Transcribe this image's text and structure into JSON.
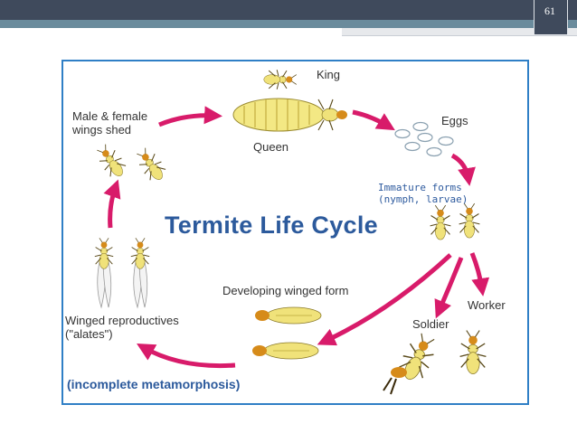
{
  "slide": {
    "number": "61"
  },
  "diagram": {
    "title": "Termite Life Cycle",
    "note": "(incomplete metamorphosis)",
    "labels": {
      "king": "King",
      "queen": "Queen",
      "eggs": "Eggs",
      "immature": "Immature forms\n(nymph, larvae)",
      "worker": "Worker",
      "soldier": "Soldier",
      "developing": "Developing winged form",
      "winged": "Winged reproductives\n(\"alates\")",
      "wings_shed": "Male & female\nwings shed"
    }
  },
  "colors": {
    "arrow": "#d81b6a",
    "title": "#2c5a9c",
    "frame": "#2f7fc6",
    "insect_body": "#f0e27a",
    "insect_head": "#d68b1a"
  }
}
